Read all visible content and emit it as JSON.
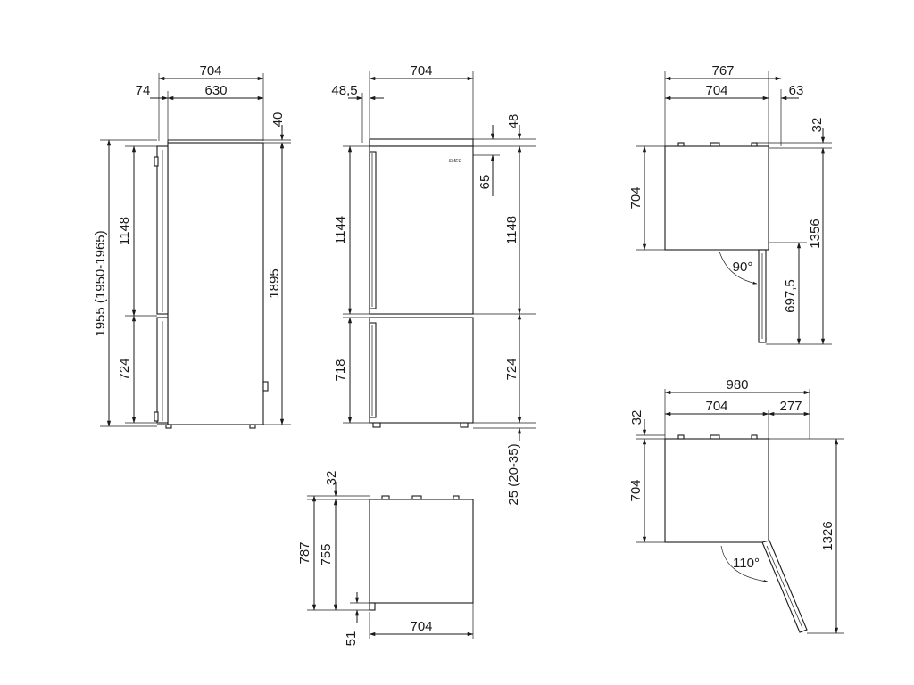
{
  "brand": {
    "logo": "SMEG"
  },
  "side_view": {
    "width_total": "704",
    "depth_offset": "74",
    "depth_body": "630",
    "top_gap": "40",
    "height_total": "1955 (1950-1965)",
    "height_upper": "1148",
    "height_lower": "724",
    "height_body": "1895"
  },
  "front_view": {
    "width": "704",
    "handle_offset": "48,5",
    "top_gap": "48",
    "logo_drop": "65",
    "door_upper": "1144",
    "door_lower": "718",
    "body_upper": "1148",
    "body_lower": "724",
    "feet": "25 (20-35)"
  },
  "top_view": {
    "depth": "787",
    "depth_body": "755",
    "top_gap": "32",
    "bottom_gap": "51",
    "width": "704"
  },
  "plan_90": {
    "width_total": "767",
    "width_body": "704",
    "door_overhang": "63",
    "top_gap": "32",
    "depth": "704",
    "door_swing": "697,5",
    "total": "1356",
    "angle": "90°"
  },
  "plan_110": {
    "width_total": "980",
    "width_body": "704",
    "door_overhang": "277",
    "top_gap": "32",
    "depth": "704",
    "total": "1326",
    "angle": "110°"
  }
}
